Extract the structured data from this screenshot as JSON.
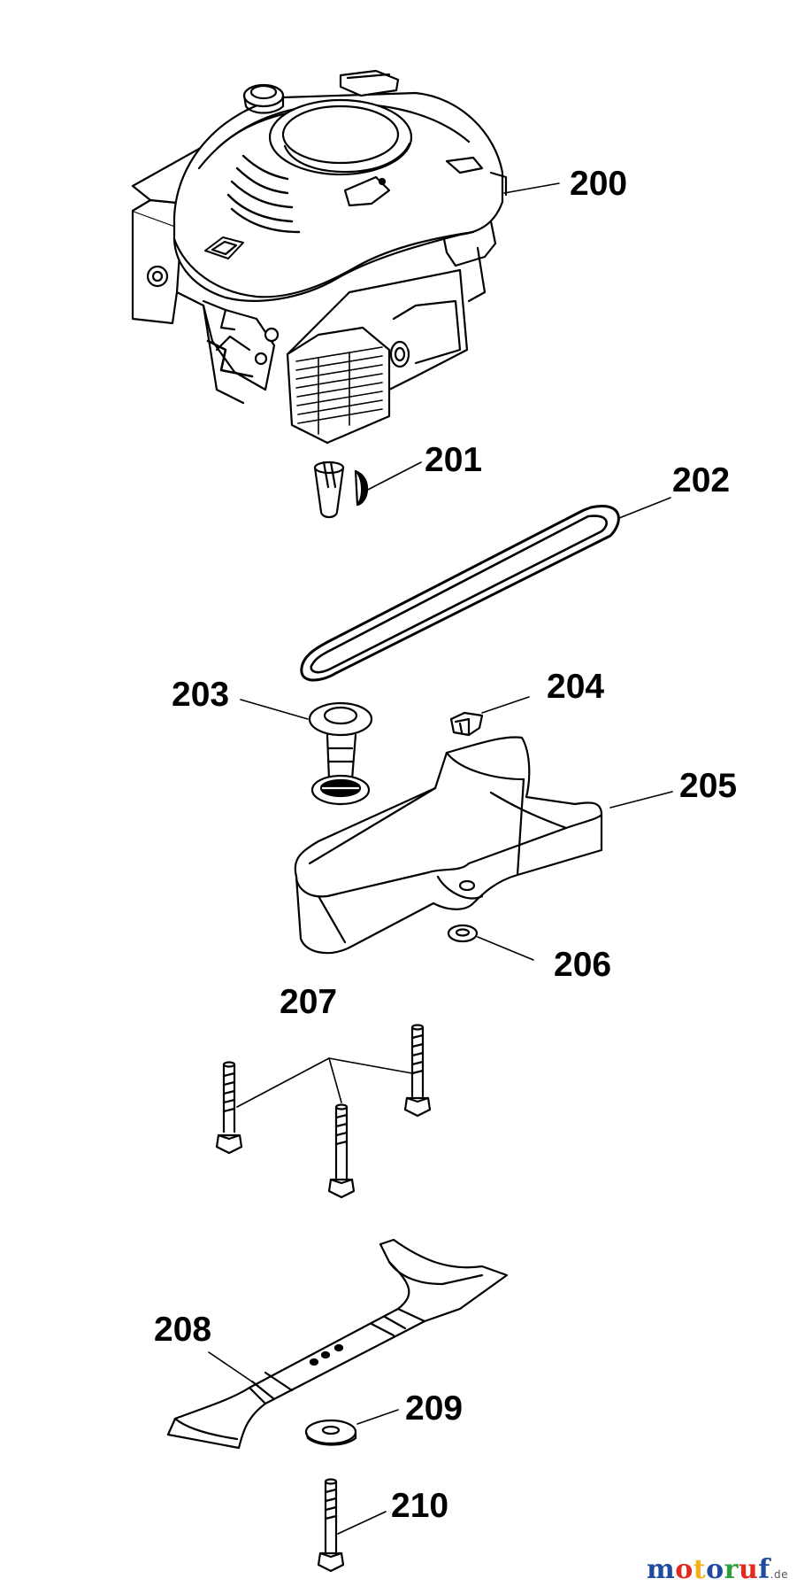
{
  "diagram": {
    "parts": [
      {
        "id": "200",
        "label": "200"
      },
      {
        "id": "201",
        "label": "201"
      },
      {
        "id": "202",
        "label": "202"
      },
      {
        "id": "203",
        "label": "203"
      },
      {
        "id": "204",
        "label": "204"
      },
      {
        "id": "205",
        "label": "205"
      },
      {
        "id": "206",
        "label": "206"
      },
      {
        "id": "207",
        "label": "207"
      },
      {
        "id": "208",
        "label": "208"
      },
      {
        "id": "209",
        "label": "209"
      },
      {
        "id": "210",
        "label": "210"
      }
    ]
  },
  "watermark": {
    "text": "motoruf",
    "tld": ".de"
  }
}
